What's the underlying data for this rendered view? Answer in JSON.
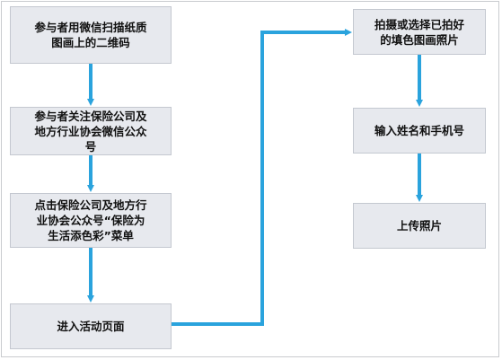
{
  "steps": [
    {
      "id": "n1",
      "text": "参与者用微信扫描纸质\n图画上的二维码"
    },
    {
      "id": "n2",
      "text": "参与者关注保险公司及\n地方行业协会微信公众\n号"
    },
    {
      "id": "n3",
      "text": "点击保险公司及地方行\n业协会公众号“保险为\n生活添色彩”菜单"
    },
    {
      "id": "n4",
      "text": "进入活动页面"
    },
    {
      "id": "n5",
      "text": "拍摄或选择已拍好\n的填色图画照片"
    },
    {
      "id": "n6",
      "text": "输入姓名和手机号"
    },
    {
      "id": "n7",
      "text": "上传照片"
    }
  ],
  "colors": {
    "node_fill": "#e7e9ee",
    "node_border": "#c4c8d0",
    "arrow": "#2aa3dd"
  }
}
